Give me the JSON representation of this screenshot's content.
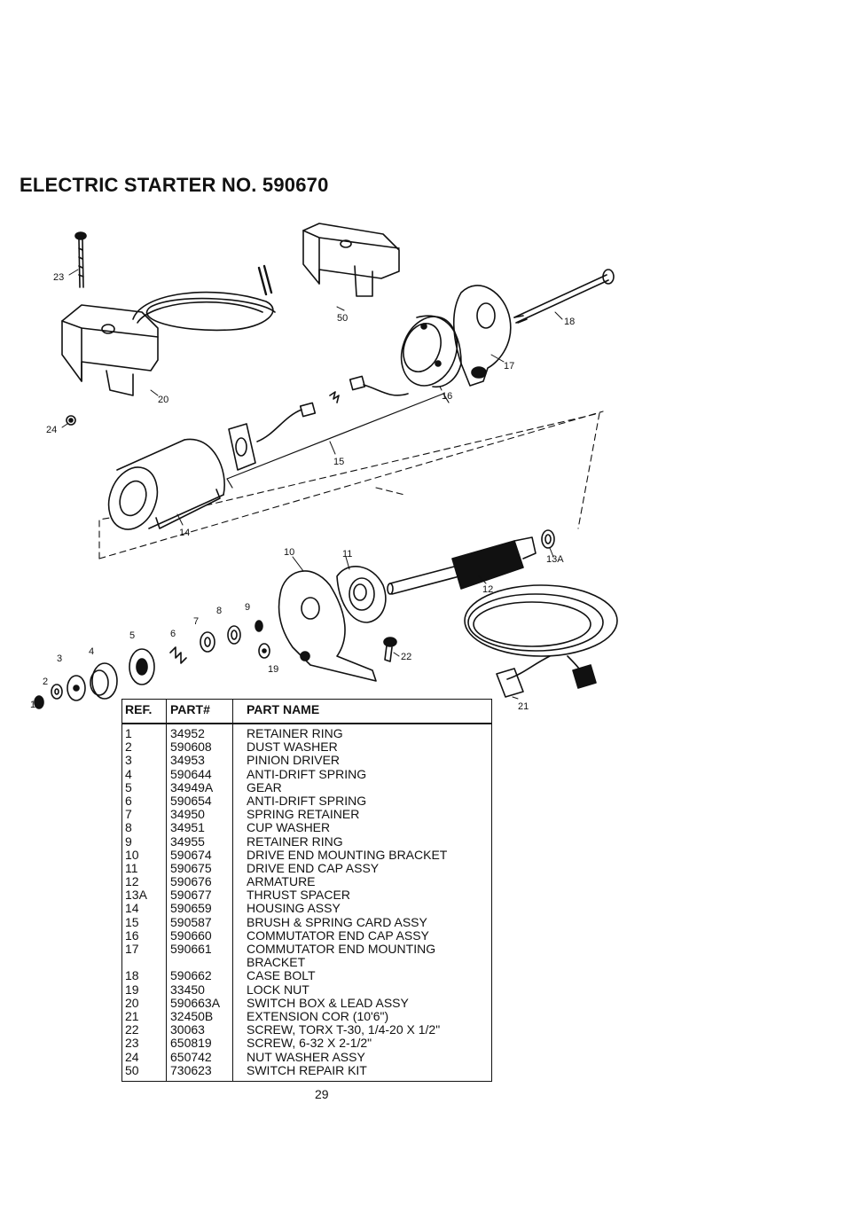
{
  "page_title": "ELECTRIC STARTER NO. 590670",
  "callouts": {
    "c1": "1",
    "c2": "2",
    "c3": "3",
    "c4": "4",
    "c5": "5",
    "c6": "6",
    "c7": "7",
    "c8": "8",
    "c9": "9",
    "c10": "10",
    "c11": "11",
    "c12": "12",
    "c13a": "13A",
    "c14": "14",
    "c15": "15",
    "c16": "16",
    "c17": "17",
    "c18": "18",
    "c19": "19",
    "c20": "20",
    "c21": "21",
    "c22": "22",
    "c23": "23",
    "c24": "24",
    "c50": "50"
  },
  "table": {
    "headers": {
      "ref": "REF.",
      "part": "PART#",
      "name": "PART NAME"
    },
    "rows": [
      {
        "ref": "1",
        "part": "34952",
        "name": "RETAINER RING"
      },
      {
        "ref": "2",
        "part": "590608",
        "name": "DUST WASHER"
      },
      {
        "ref": "3",
        "part": "34953",
        "name": "PINION DRIVER"
      },
      {
        "ref": "4",
        "part": "590644",
        "name": "ANTI-DRIFT SPRING"
      },
      {
        "ref": "5",
        "part": "34949A",
        "name": "GEAR"
      },
      {
        "ref": "6",
        "part": "590654",
        "name": "ANTI-DRIFT SPRING"
      },
      {
        "ref": "7",
        "part": "34950",
        "name": "SPRING RETAINER"
      },
      {
        "ref": "8",
        "part": "34951",
        "name": "CUP WASHER"
      },
      {
        "ref": "9",
        "part": "34955",
        "name": "RETAINER RING"
      },
      {
        "ref": "10",
        "part": "590674",
        "name": "DRIVE END MOUNTING BRACKET"
      },
      {
        "ref": "11",
        "part": "590675",
        "name": "DRIVE END CAP ASSY"
      },
      {
        "ref": "12",
        "part": "590676",
        "name": "ARMATURE"
      },
      {
        "ref": "13A",
        "part": "590677",
        "name": "THRUST SPACER"
      },
      {
        "ref": "14",
        "part": "590659",
        "name": "HOUSING ASSY"
      },
      {
        "ref": "15",
        "part": "590587",
        "name": "BRUSH & SPRING CARD ASSY"
      },
      {
        "ref": "16",
        "part": "590660",
        "name": "COMMUTATOR END CAP ASSY"
      },
      {
        "ref": "17",
        "part": "590661",
        "name": "COMMUTATOR END MOUNTING"
      },
      {
        "ref": "",
        "part": "",
        "name": "BRACKET"
      },
      {
        "ref": "18",
        "part": "590662",
        "name": "CASE BOLT"
      },
      {
        "ref": "19",
        "part": "33450",
        "name": "LOCK NUT"
      },
      {
        "ref": "20",
        "part": "590663A",
        "name": "SWITCH BOX & LEAD ASSY"
      },
      {
        "ref": "21",
        "part": "32450B",
        "name": "EXTENSION COR (10'6\")"
      },
      {
        "ref": "22",
        "part": "30063",
        "name": "SCREW, TORX T-30, 1/4-20 X 1/2\""
      },
      {
        "ref": "23",
        "part": "650819",
        "name": "SCREW, 6-32 X 2-1/2\""
      },
      {
        "ref": "24",
        "part": "650742",
        "name": "NUT WASHER ASSY"
      },
      {
        "ref": "50",
        "part": "730623",
        "name": "SWITCH REPAIR KIT"
      }
    ]
  },
  "page_number": "29"
}
